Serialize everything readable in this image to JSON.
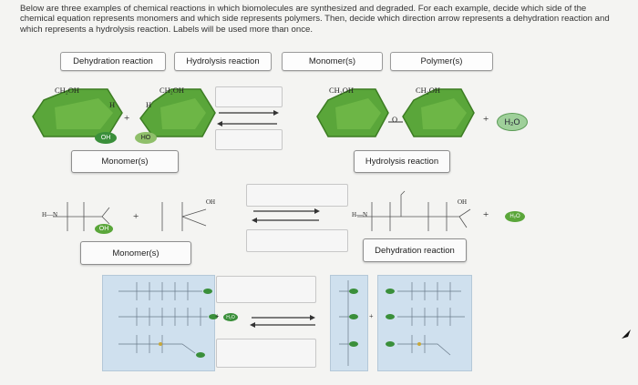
{
  "instructions": "Below are three examples of chemical reactions in which biomolecules are synthesized and degraded. For each example, decide which side of the chemical equation represents monomers and which side represents polymers. Then, decide which direction arrow represents a dehydration reaction and which represents a hydrolysis reaction. Labels will be used more than once.",
  "word_bank": {
    "dehydration": "Dehydration reaction",
    "hydrolysis": "Hydrolysis reaction",
    "monomers": "Monomer(s)",
    "polymers": "Polymer(s)"
  },
  "example1": {
    "ch2oh_left": "CH₂OH",
    "ch2oh_mid": "CH₂OH",
    "ch2oh_p1": "CH₂OH",
    "ch2oh_p2": "CH₂OH",
    "h1": "H",
    "h2": "H",
    "o": "O",
    "oh": "OH",
    "ho": "HO",
    "plus": "+",
    "water": "H₂O",
    "placed_left": "Monomer(s)",
    "placed_right": "Hydrolysis reaction"
  },
  "example2": {
    "h_n": "H—N",
    "oh": "OH",
    "plus": "+",
    "water": "H₂O",
    "placed_left": "Monomer(s)",
    "placed_right": "Dehydration reaction"
  },
  "example3": {
    "plus": "+",
    "water": "H₂O"
  }
}
